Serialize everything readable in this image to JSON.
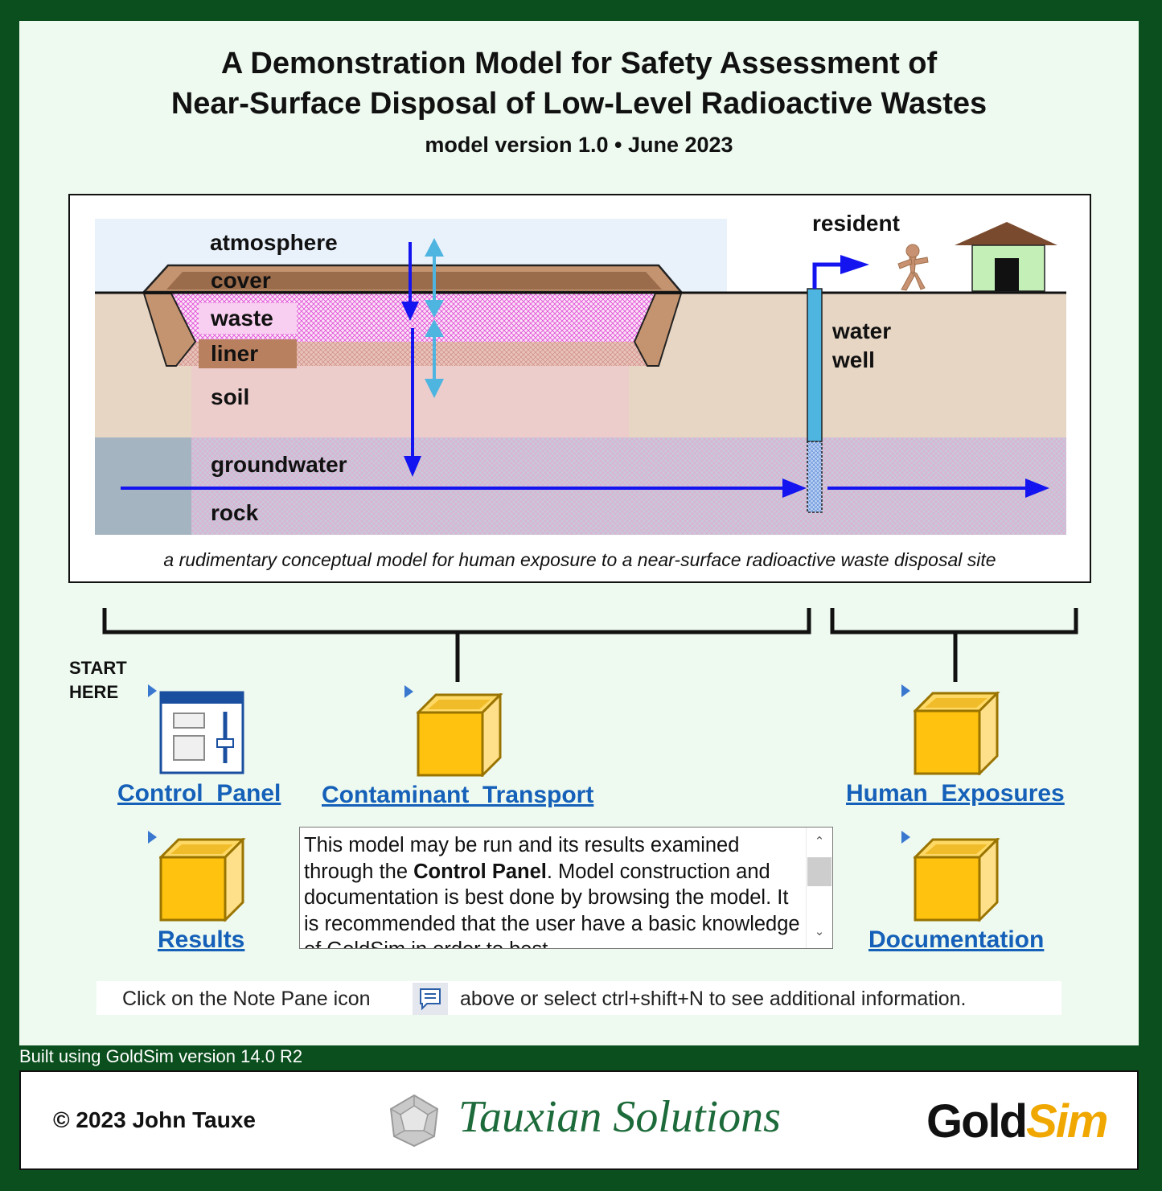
{
  "title": {
    "line1": "A Demonstration Model for Safety Assessment of",
    "line2": "Near-Surface Disposal of Low-Level Radioactive Wastes"
  },
  "subtitle": "model version 1.0  •  June 2023",
  "diagram": {
    "labels": {
      "atmosphere": "atmosphere",
      "cover": "cover",
      "waste": "waste",
      "liner": "liner",
      "soil": "soil",
      "groundwater": "groundwater",
      "rock": "rock",
      "resident": "resident",
      "water_well_1": "water",
      "water_well_2": "well"
    },
    "caption": "a rudimentary conceptual model for human exposure to a near-surface radioactive waste disposal site"
  },
  "start_here": {
    "line1": "START",
    "line2": "HERE"
  },
  "links": {
    "control_panel": "Control  Panel",
    "contaminant_transport": "Contaminant  Transport",
    "human_exposures": "Human  Exposures",
    "results": "Results",
    "documentation": "Documentation"
  },
  "note": {
    "text_pre": "This model may be run and its results examined through the ",
    "text_bold": "Control Panel",
    "text_post": ". Model construction and documentation is best done by browsing the model. It is recommended that the user have a basic knowledge of GoldSim in order to best",
    "scroll_up": "^",
    "scroll_down": "v"
  },
  "hint": {
    "before": "Click on the Note Pane icon",
    "after": "above or select ctrl+shift+N to see additional information."
  },
  "footer": {
    "built": "Built using GoldSim version 14.0 R2",
    "copyright": "© 2023 John Tauxe",
    "tauxian": "Tauxian Solutions",
    "goldsim_gold": "Gold",
    "goldsim_sim": "Sim"
  },
  "colors": {
    "frame": "#0b4f1e",
    "background": "#eefaf0",
    "link": "#1560b8",
    "container": "#ffc20e",
    "arrow_blue": "#0000ee",
    "arrow_light": "#4eb4e0"
  },
  "icons": [
    "control-panel-icon",
    "container-icon",
    "note-pane-icon",
    "house-icon",
    "person-icon",
    "dodecahedron-logo-icon"
  ]
}
